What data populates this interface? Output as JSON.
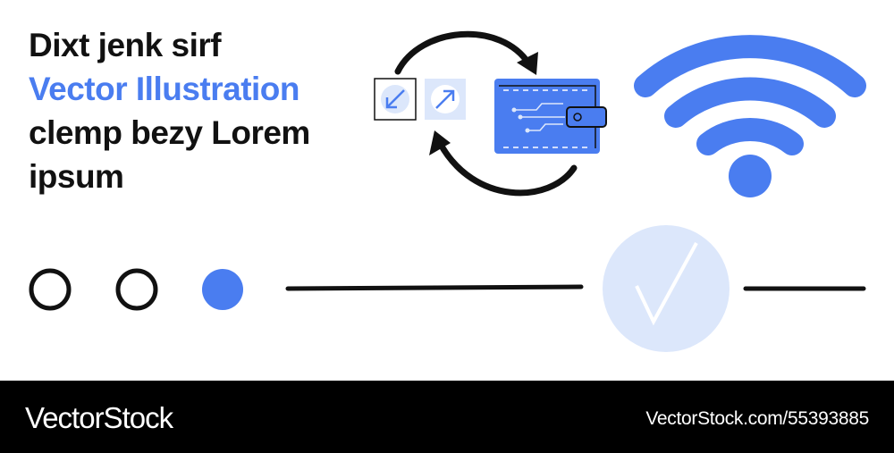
{
  "headline": {
    "line1": "Dixt jenk sirf",
    "line2": "Vector Illustration",
    "line3": "clemp bezy Lorem",
    "line4": "ipsum"
  },
  "footer": {
    "brand": "VectorStock",
    "url": "VectorStock.com/55393885"
  },
  "colors": {
    "accent": "#4a7df0",
    "light_accent": "#dce7fb",
    "footer_bg": "#000000"
  },
  "progress_steps": [
    {
      "state": "empty"
    },
    {
      "state": "empty"
    },
    {
      "state": "filled"
    }
  ],
  "icons": [
    "sync-arrows-icon",
    "download-arrow-icon",
    "upload-arrow-icon",
    "digital-wallet-icon",
    "wifi-icon",
    "checkmark-icon"
  ]
}
